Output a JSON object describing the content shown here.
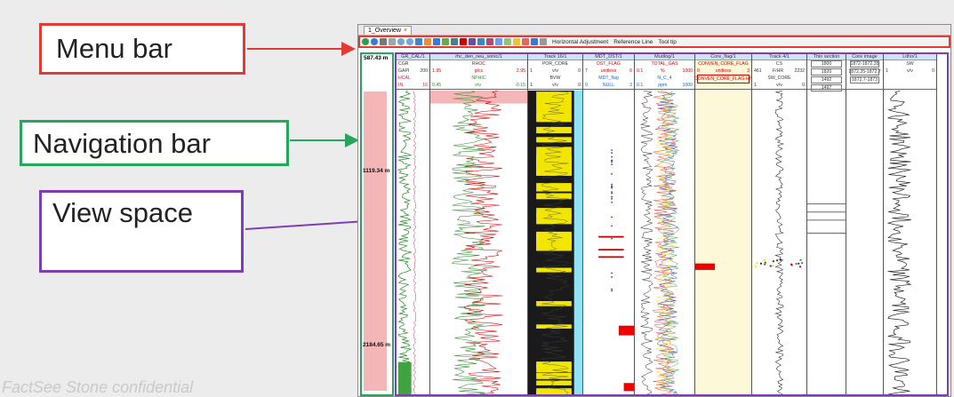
{
  "callouts": {
    "menu": "Menu bar",
    "navigation": "Navigation bar",
    "view": "View space"
  },
  "footer_text": "FactSee Stone confidential",
  "window": {
    "tab_label": "1_Overview",
    "tab_close": "×",
    "toolbar_labels": {
      "horizontal_adjustment": "Horizontal Adjustment",
      "reference_line": "Reference Line",
      "tool_tip": "Tool tip"
    },
    "toolbar_icons": [
      "refresh-icon",
      "globe-icon",
      "print-icon",
      "move-icon",
      "zoom-in-icon",
      "zoom-out-icon",
      "scale-icon",
      "ruler-icon",
      "track-icon",
      "grid-icon",
      "chart-icon",
      "flag-icon",
      "filter-icon",
      "layers-icon",
      "panel-icon",
      "window-icon",
      "arrange-icon",
      "ruler-icon",
      "lock-icon",
      "image-icon",
      "bar-chart-icon",
      "settings-icon"
    ]
  },
  "navigation": {
    "top_depth": "587.43 m",
    "depth_1": "1119.34 m",
    "depth_2": "2184.65 m"
  },
  "tracks": [
    {
      "title": "GR_CAL/1",
      "rows": [
        [
          "CGR",
          ""
        ],
        [
          "GAPI",
          "200"
        ],
        [
          "HCAL",
          ""
        ],
        [
          "IN",
          "16"
        ]
      ]
    },
    {
      "title": "rhc_den_neu_sonic/1",
      "rows": [
        [
          "",
          "RHOC",
          ""
        ],
        [
          "1.95",
          "g/cc",
          "2.95"
        ],
        [
          "",
          "NPHIC",
          ""
        ],
        [
          "0.45",
          "v/v",
          "-0.15"
        ]
      ]
    },
    {
      "title": "Track 16/1",
      "rows": [
        [
          "",
          "POR_CORE",
          ""
        ],
        [
          "1",
          "v/v",
          "0"
        ],
        [
          "",
          "BVW",
          ""
        ],
        [
          "1",
          "v/v",
          "0"
        ]
      ]
    },
    {
      "title": "MDT_DST/1",
      "rows": [
        [
          "",
          "DST_FLAG",
          ""
        ],
        [
          "7",
          "unitless",
          "0"
        ],
        [
          "",
          "MDT_flag",
          ""
        ],
        [
          "0",
          "NULL",
          "3"
        ]
      ]
    },
    {
      "title": "Mudlog/1",
      "rows": [
        [
          "",
          "TOTAL_GAS",
          ""
        ],
        [
          "0.1",
          "%",
          "1000"
        ],
        [
          "",
          "N_C_4",
          ""
        ],
        [
          "0.1",
          "ppm",
          "1000"
        ]
      ]
    },
    {
      "title": "Core_flag/1",
      "rows": [
        [
          "",
          "CONVEN_CORE_FLAG",
          ""
        ],
        [
          "0",
          "unitless",
          "3"
        ],
        [
          "",
          "CONVEN_CORE_FLAG-left",
          ""
        ]
      ]
    },
    {
      "title": "Track 4/1",
      "rows": [
        [
          "",
          "CS",
          ""
        ],
        [
          "461",
          "F/HR",
          "2232"
        ],
        [
          "",
          "SW_CORE",
          ""
        ],
        [
          "1",
          "v/v",
          "0"
        ]
      ]
    },
    {
      "title": "Thin section",
      "rows": [
        [
          "1800"
        ],
        [
          "1820"
        ],
        [
          "1492"
        ],
        [
          "1497"
        ]
      ]
    },
    {
      "title": "Core image",
      "rows": [
        [
          "1872-1872.35"
        ],
        [
          "1872.35-1872.7"
        ],
        [
          "1872.7-1873"
        ]
      ]
    },
    {
      "title": "Litho/1",
      "rows": [
        [
          "",
          "SW",
          ""
        ],
        [
          "1",
          "v/v",
          "0"
        ]
      ]
    }
  ],
  "colors": {
    "menu_border": "#e53935",
    "nav_border": "#26a65b",
    "view_border": "#7e3cb5",
    "nav_strip": "#f4b6b6"
  }
}
